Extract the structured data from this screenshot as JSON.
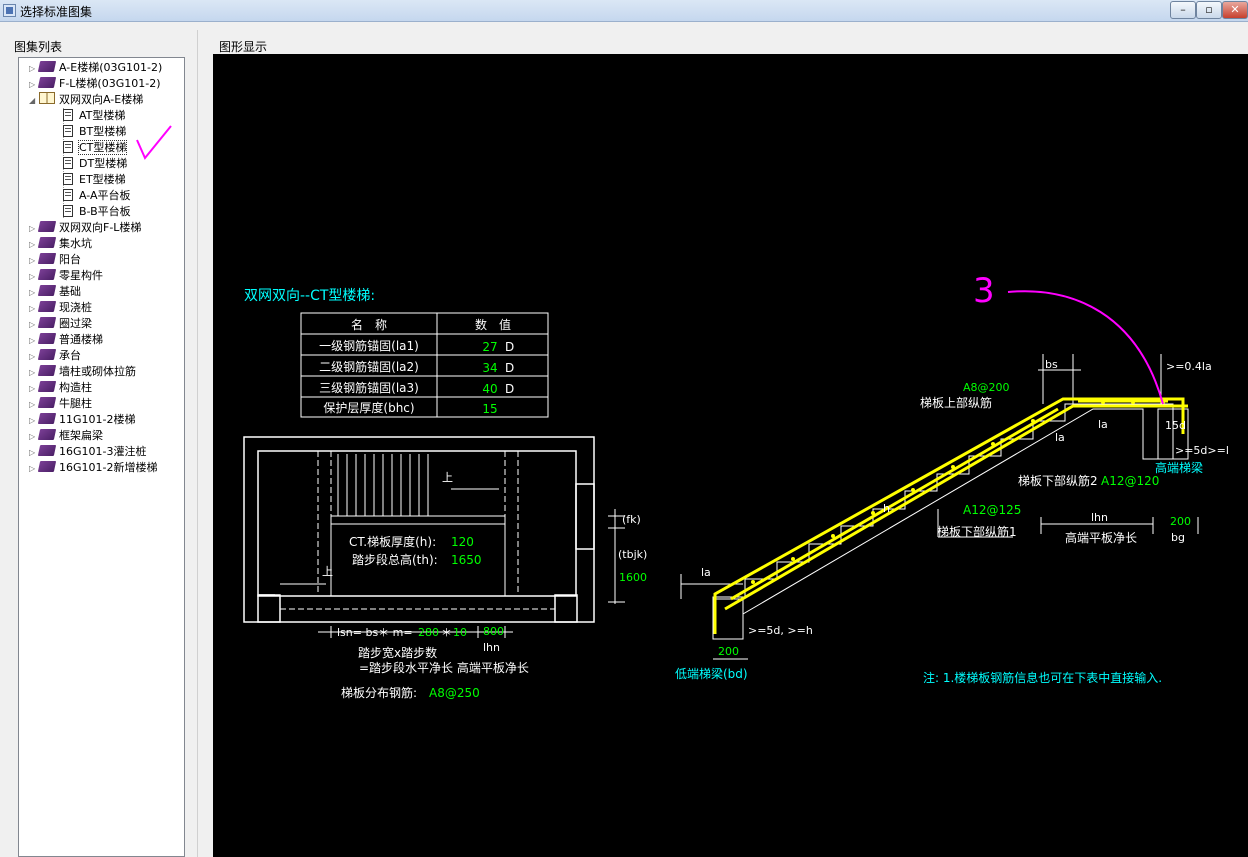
{
  "window": {
    "title": "选择标准图集",
    "min_label": "–",
    "max_label": "▫",
    "close_label": "✕"
  },
  "tree": {
    "label": "图集列表",
    "items": [
      {
        "label": "A-E楼梯(03G101-2)",
        "kind": "book",
        "level": 0,
        "expander": "▷"
      },
      {
        "label": "F-L楼梯(03G101-2)",
        "kind": "book",
        "level": 0,
        "expander": "▷"
      },
      {
        "label": "双网双向A-E楼梯",
        "kind": "open-book",
        "level": 0,
        "expander": "◢"
      },
      {
        "label": "AT型楼梯",
        "kind": "doc",
        "level": 1
      },
      {
        "label": "BT型楼梯",
        "kind": "doc",
        "level": 1
      },
      {
        "label": "CT型楼梯",
        "kind": "doc",
        "level": 1,
        "selected": true
      },
      {
        "label": "DT型楼梯",
        "kind": "doc",
        "level": 1
      },
      {
        "label": "ET型楼梯",
        "kind": "doc",
        "level": 1
      },
      {
        "label": "A-A平台板",
        "kind": "doc",
        "level": 1
      },
      {
        "label": "B-B平台板",
        "kind": "doc",
        "level": 1
      },
      {
        "label": "双网双向F-L楼梯",
        "kind": "book",
        "level": 0,
        "expander": "▷"
      },
      {
        "label": "集水坑",
        "kind": "book",
        "level": 0,
        "expander": "▷"
      },
      {
        "label": "阳台",
        "kind": "book",
        "level": 0,
        "expander": "▷"
      },
      {
        "label": "零星构件",
        "kind": "book",
        "level": 0,
        "expander": "▷"
      },
      {
        "label": "基础",
        "kind": "book",
        "level": 0,
        "expander": "▷"
      },
      {
        "label": "现浇桩",
        "kind": "book",
        "level": 0,
        "expander": "▷"
      },
      {
        "label": "圈过梁",
        "kind": "book",
        "level": 0,
        "expander": "▷"
      },
      {
        "label": "普通楼梯",
        "kind": "book",
        "level": 0,
        "expander": "▷"
      },
      {
        "label": "承台",
        "kind": "book",
        "level": 0,
        "expander": "▷"
      },
      {
        "label": "墙柱或砌体拉筋",
        "kind": "book",
        "level": 0,
        "expander": "▷"
      },
      {
        "label": "构造柱",
        "kind": "book",
        "level": 0,
        "expander": "▷"
      },
      {
        "label": "牛腿柱",
        "kind": "book",
        "level": 0,
        "expander": "▷"
      },
      {
        "label": "11G101-2楼梯",
        "kind": "book",
        "level": 0,
        "expander": "▷"
      },
      {
        "label": "框架扁梁",
        "kind": "book",
        "level": 0,
        "expander": "▷"
      },
      {
        "label": "16G101-3灌注桩",
        "kind": "book",
        "level": 0,
        "expander": "▷"
      },
      {
        "label": "16G101-2新增楼梯",
        "kind": "book",
        "level": 0,
        "expander": "▷"
      }
    ]
  },
  "drawing": {
    "label": "图形显示",
    "heading": "双网双向--CT型楼梯:",
    "table": {
      "headers": [
        "名　称",
        "数　值"
      ],
      "rows": [
        {
          "name": "一级钢筋锚固(la1)",
          "value": "27",
          "unit": "D"
        },
        {
          "name": "二级钢筋锚固(la2)",
          "value": "34",
          "unit": "D"
        },
        {
          "name": "三级钢筋锚固(la3)",
          "value": "40",
          "unit": "D"
        },
        {
          "name": "保护层厚度(bhc)",
          "value": "15",
          "unit": ""
        }
      ]
    },
    "plan": {
      "up_label": "上",
      "thickness_label": "CT.梯板厚度(h):",
      "thickness_value": "120",
      "height_label": "踏步段总高(th):",
      "height_value": "1650",
      "fk_label": "(fk)",
      "tbjk_label": "(tbjk)",
      "width_value": "1600",
      "lsn_label": "lsn= bs＊ m=",
      "bs_value": "280",
      "times_sign": "＊",
      "m_value": "10",
      "lhn_value": "800",
      "lhn_label": "lhn",
      "note1": "踏步宽x踏步数",
      "note2": "=踏步段水平净长 高端平板净长",
      "dist_label": "梯板分布钢筋:",
      "dist_value": "A8@250"
    },
    "section": {
      "bs_label": "bs",
      "top_ratio": ">=0.4la",
      "top_bar_value": "A8@200",
      "top_bar_label": "梯板上部纵筋",
      "la_label": "la",
      "d15_label": "15d",
      "min5d_label": ">=5d>=l",
      "high_beam_label": "高端梯梁",
      "bot2_label": "梯板下部纵筋2",
      "bot2_value": "A12@120",
      "bot1_value": "A12@125",
      "bot1_label": "梯板下部纵筋1",
      "h_label": "h",
      "lhn_label": "lhn",
      "bg_value": "200",
      "bg_label": "bg",
      "high_plat_label": "高端平板净长",
      "low_la_label": "la",
      "low_5d_label": ">=5d, >=h",
      "bd_value": "200",
      "low_beam_label": "低端梯梁(bd)",
      "note": "注: 1.楼梯板钢筋信息也可在下表中直接输入."
    },
    "annotations": {
      "mark_number": "3"
    }
  },
  "colors": {
    "canvas_bg": "#000000",
    "cad_line": "#ffffff",
    "cad_green": "#00ff00",
    "cad_cyan": "#00ffff",
    "rebar": "#ffff00",
    "marker": "#ff00ff"
  }
}
